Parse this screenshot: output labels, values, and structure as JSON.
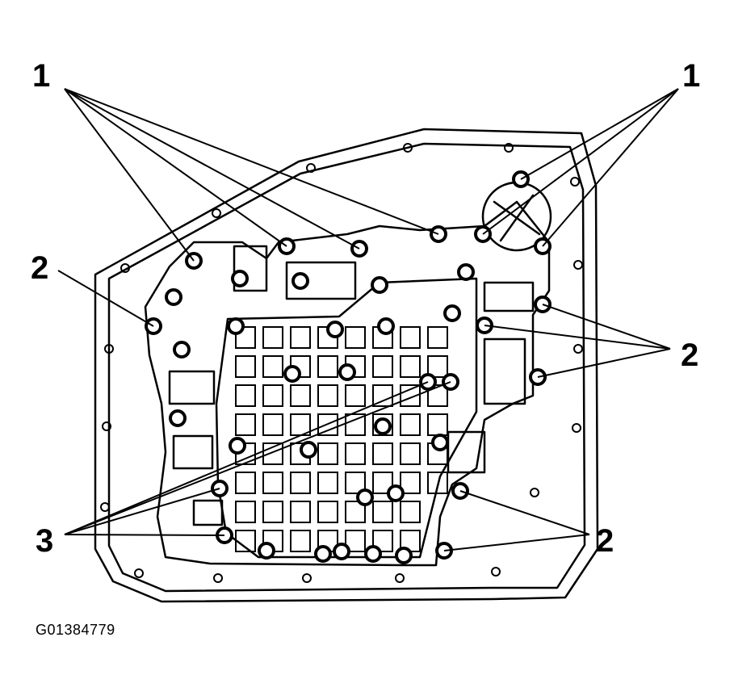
{
  "callouts": {
    "top_left": "1",
    "top_right": "1",
    "mid_left": "2",
    "mid_right": "2",
    "bottom_left": "3",
    "bottom_right": "2"
  },
  "figure_id": "G01384779",
  "colors": {
    "ink": "#000000",
    "paper": "#ffffff"
  }
}
